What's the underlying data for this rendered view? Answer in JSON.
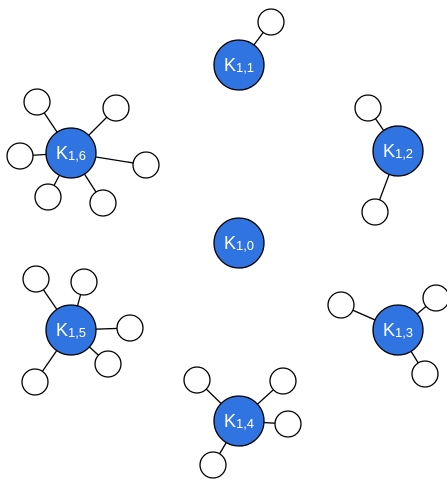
{
  "colors": {
    "center_fill": "#2f74e0",
    "leaf_fill": "#ffffff",
    "stroke": "#000000",
    "label": "#ffffff"
  },
  "graphs": [
    {
      "id": "k10",
      "label": {
        "main": "K",
        "sub": "1,0"
      },
      "leaves": 0
    },
    {
      "id": "k11",
      "label": {
        "main": "K",
        "sub": "1,1"
      },
      "leaves": 1
    },
    {
      "id": "k12",
      "label": {
        "main": "K",
        "sub": "1,2"
      },
      "leaves": 2
    },
    {
      "id": "k13",
      "label": {
        "main": "K",
        "sub": "1,3"
      },
      "leaves": 3
    },
    {
      "id": "k14",
      "label": {
        "main": "K",
        "sub": "1,4"
      },
      "leaves": 4
    },
    {
      "id": "k15",
      "label": {
        "main": "K",
        "sub": "1,5"
      },
      "leaves": 5
    },
    {
      "id": "k16",
      "label": {
        "main": "K",
        "sub": "1,6"
      },
      "leaves": 6
    }
  ]
}
